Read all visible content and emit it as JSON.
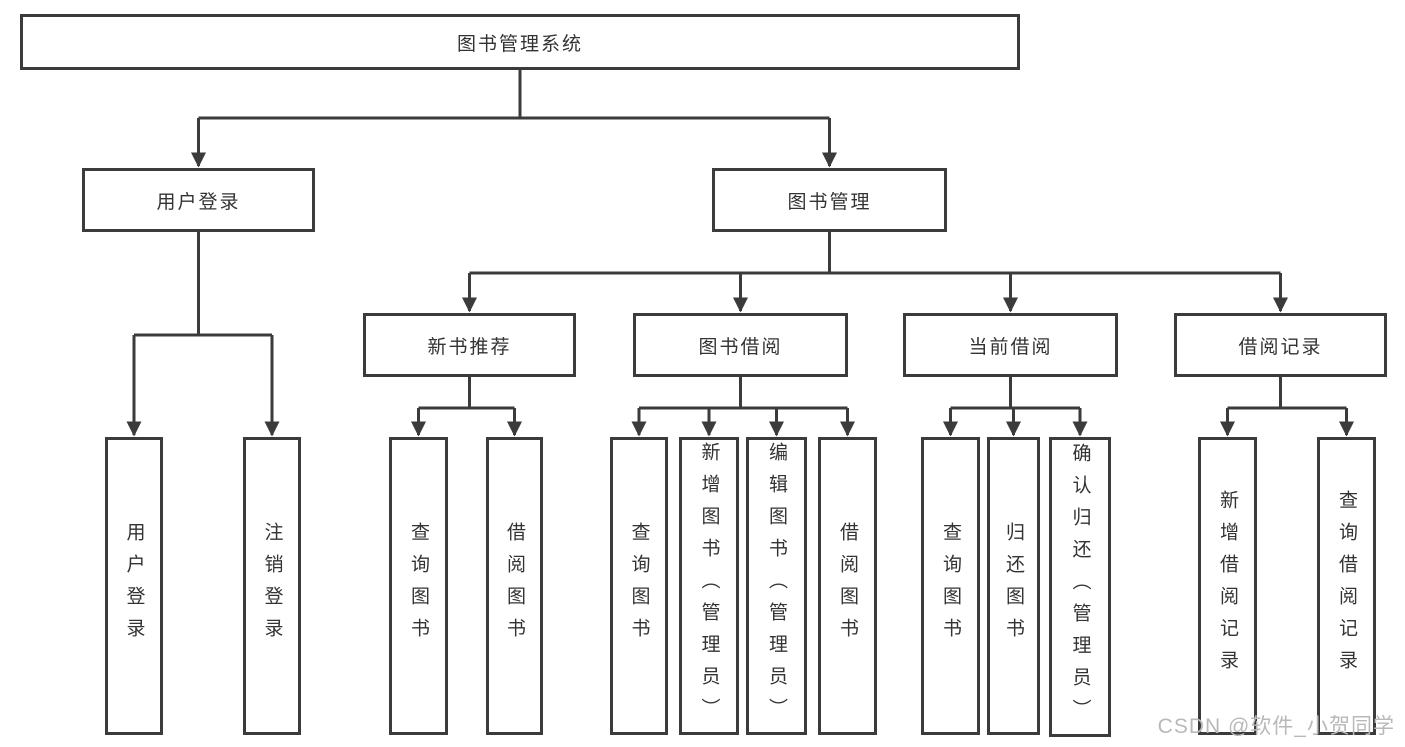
{
  "diagram": {
    "root": {
      "label": "图书管理系统"
    },
    "children": [
      {
        "label": "用户登录",
        "children": [
          {
            "label": "用户登录"
          },
          {
            "label": "注销登录"
          }
        ]
      },
      {
        "label": "图书管理",
        "children": [
          {
            "label": "新书推荐",
            "children": [
              {
                "label": "查询图书"
              },
              {
                "label": "借阅图书"
              }
            ]
          },
          {
            "label": "图书借阅",
            "children": [
              {
                "label": "查询图书"
              },
              {
                "label": "新增图书（管理员）"
              },
              {
                "label": "编辑图书（管理员）"
              },
              {
                "label": "借阅图书"
              }
            ]
          },
          {
            "label": "当前借阅",
            "children": [
              {
                "label": "查询图书"
              },
              {
                "label": "归还图书"
              },
              {
                "label": "确认归还（管理员）"
              }
            ]
          },
          {
            "label": "借阅记录",
            "children": [
              {
                "label": "新增借阅记录"
              },
              {
                "label": "查询借阅记录"
              }
            ]
          }
        ]
      }
    ]
  },
  "watermark": {
    "text": "CSDN @软件_小贺同学"
  },
  "colors": {
    "line": "#3b3b3b",
    "text": "#333333",
    "watermark": "#b9b9b9",
    "background": "#ffffff"
  }
}
